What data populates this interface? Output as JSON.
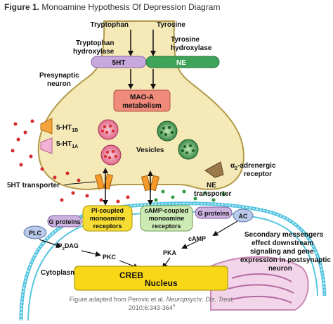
{
  "title": {
    "prefix": "Figure 1.",
    "text": "Monoamine Hypothesis Of Depression Diagram"
  },
  "labels": {
    "tryptophan": "Tryptophan",
    "tyrosine": "Tyrosine",
    "tph_line1": "Tryptophan",
    "tph_line2": "hydroxylase",
    "th_line1": "Tyrosine",
    "th_line2": "hydroxylase",
    "five_ht": "5HT",
    "ne": "NE",
    "presynaptic_line1": "Presynaptic",
    "presynaptic_line2": "neuron",
    "maoa_line1": "MAO-A",
    "maoa_line2": "metabolism",
    "receptor_1b": "5-HT",
    "receptor_1b_sub": "1B",
    "receptor_1a": "5-HT",
    "receptor_1a_sub": "1A",
    "vesicles": "Vesicles",
    "alpha2_line1_pre": "α",
    "alpha2_line1_sub": "2",
    "alpha2_line1_post": "-adrenergic",
    "alpha2_line2": "receptor",
    "ht_transporter": "5HT transporter",
    "ne_transporter_line1": "NE",
    "ne_transporter_line2": "transporter",
    "pi_line1": "PI-coupled",
    "pi_line2": "monoamine",
    "pi_line3": "receptors",
    "camp_rec_line1": "cAMP-coupled",
    "camp_rec_line2": "monoamine",
    "camp_rec_line3": "receptors",
    "g_proteins_left": "G proteins",
    "g_proteins_right": "G proteins",
    "plc": "PLC",
    "ac": "AC",
    "ip3dag_pre": "IP",
    "ip3dag_sub": "3",
    "ip3dag_post": "DAG",
    "camp": "cAMP",
    "pkc": "PKC",
    "pka": "PKA",
    "cytoplasm": "Cytoplasm",
    "creb": "CREB",
    "nucleus": "Nucleus",
    "second_line1": "Secondary messengers",
    "second_line2": "effect downstream",
    "second_line3": "signaling and gene",
    "second_line4": "expression in postsynaptic",
    "second_line5": "neuron",
    "caption_line1_pre": "Figure adapted from Perovic et al.",
    "caption_line1_journal": "Neuropsychr. Dis. Treat.",
    "caption_line2": "2010;6:343-364",
    "caption_line2_sup": "4"
  },
  "colors": {
    "neuron_fill": "#f5e9b8",
    "neuron_stroke": "#b39a48",
    "ht_pill": "#c7a7dc",
    "ne_pill": "#3fa35a",
    "maoa": "#f08a7a",
    "pi_receptor": "#f7dd33",
    "camp_receptor": "#ccebb4",
    "g_protein": "#cbb2df",
    "plc_ac": "#b9c9ea",
    "creb": "#f7d716",
    "membrane": "#56c5e0",
    "serotonin_dot": "#d42a2a",
    "ne_dot": "#2f9a3c"
  }
}
